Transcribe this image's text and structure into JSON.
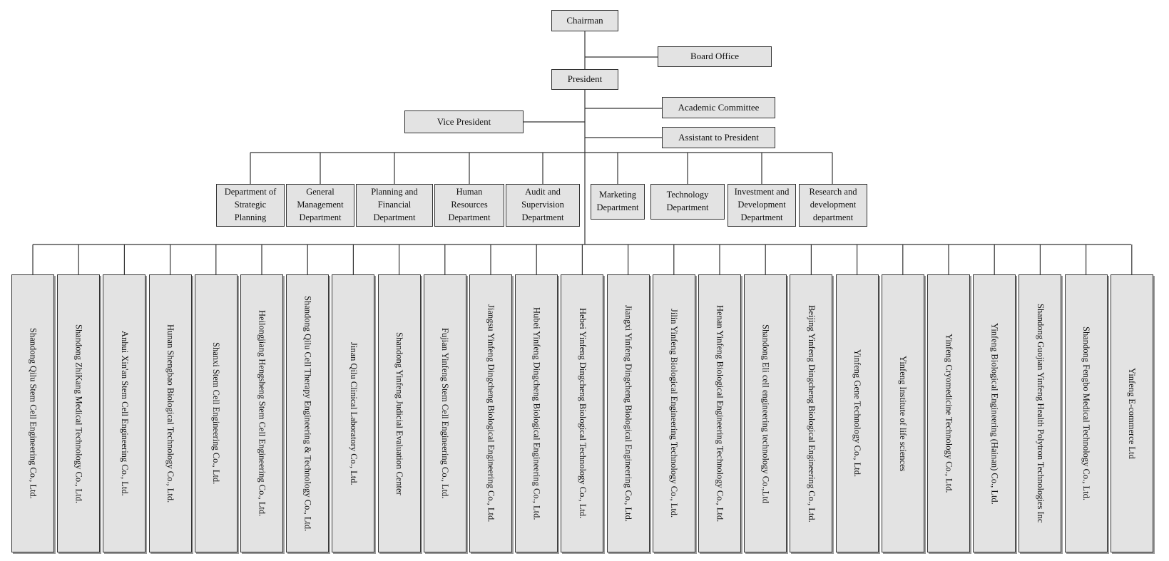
{
  "chart_data": {
    "type": "org-chart",
    "top": [
      {
        "id": "chairman",
        "label": "Chairman"
      },
      {
        "id": "board-office",
        "label": "Board Office"
      },
      {
        "id": "president",
        "label": "President"
      },
      {
        "id": "academic-committee",
        "label": "Academic Committee"
      },
      {
        "id": "vice-president",
        "label": "Vice President"
      },
      {
        "id": "assistant-to-president",
        "label": "Assistant to President"
      }
    ],
    "departments": [
      "Department of Strategic Planning",
      "General Management Department",
      "Planning and Financial Department",
      "Human Resources Department",
      "Audit and Supervision Department",
      "Marketing Department",
      "Technology Department",
      "Investment and Development Department",
      "Research and development department"
    ],
    "subsidiaries": [
      "Shandong Qilu Stem Cell Engineering Co., Ltd.",
      "Shandong ZhiKang Medical Technology Co., Ltd.",
      "Anhui Xin'an Stem Cell Engineering Co., Ltd.",
      "Hunan Shengbao Biological Technology Co., Ltd.",
      "Shanxi Stem Cell Engineering Co., Ltd.",
      "Heilongjiang Hengsheng Stem Cell Engineering Co., Ltd.",
      "Shandong Qilu Cell Therapy Engineering & Technology Co., Ltd.",
      "Jinan Qilu Clinical Laboratory Co., Ltd.",
      "Shandong Yinfeng Judicial Evaluation Center",
      "Fujian Yinfeng Stem Cell Engineering Co., Ltd.",
      "Jiangsu Yinfeng Dingcheng Biological Engineering Co., Ltd.",
      "Hubei Yinfeng Dingcheng Biological Engineering Co., Ltd.",
      "Hebei Yinfeng Dingcheng Biological Technology Co., Ltd.",
      "Jiangxi Yinfeng Dingcheng Biological Engineering Co., Ltd.",
      "Jilin Yinfeng Biological Engineering Technology Co., Ltd.",
      "Henan Yinfeng Biological Engineering Technology Co., Ltd.",
      "Shandong Eli cell engineering technology Co.,Ltd",
      "Beijing Yinfeng Dingcheng Biological Engineering Co., Ltd.",
      "Yinfeng Gene Technology Co., Ltd.",
      "Yinfeng Institute of life sciences",
      "Yinfeng Cryomedicine Technology Co., Ltd.",
      "Yinfeng Biological Engineering (Hainan) Co., Ltd.",
      "Shandong Guojian Yinfeng Health Polytron Technologies Inc",
      "Shandong Fengbo Medical Technology Co., Ltd.",
      "Yinfeng E-commerce Ltd"
    ]
  }
}
